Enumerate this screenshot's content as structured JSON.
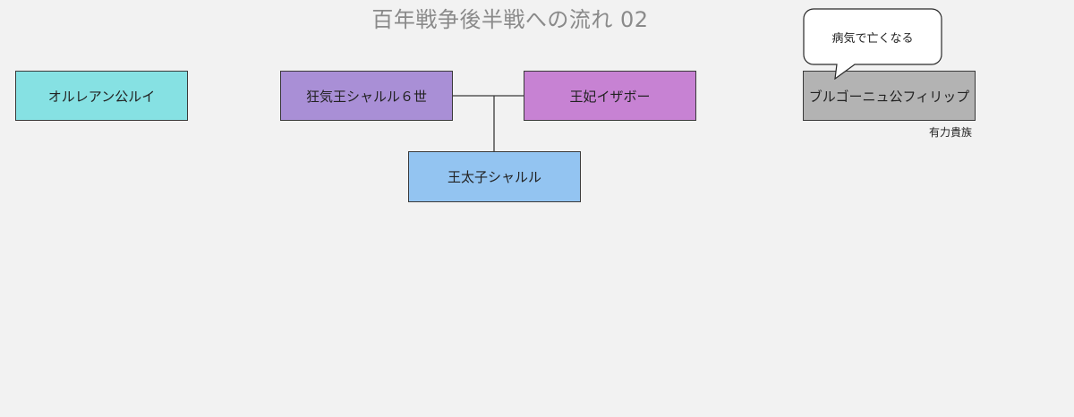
{
  "title": "百年戦争後半戦への流れ 02",
  "nodes": {
    "orleans": {
      "label": "オルレアン公ルイ",
      "color": "#86e1e3"
    },
    "charles6": {
      "label": "狂気王シャルル６世",
      "color": "#a98fd6"
    },
    "isabeau": {
      "label": "王妃イザボー",
      "color": "#c782d3"
    },
    "dauphin": {
      "label": "王太子シャルル",
      "color": "#93c4f1"
    },
    "burgundy": {
      "label": "ブルゴーニュ公フィリップ",
      "color": "#b3b3b3"
    }
  },
  "annotations": {
    "burgundy_note": "有力貴族",
    "speech_bubble": "病気で亡くなる"
  }
}
